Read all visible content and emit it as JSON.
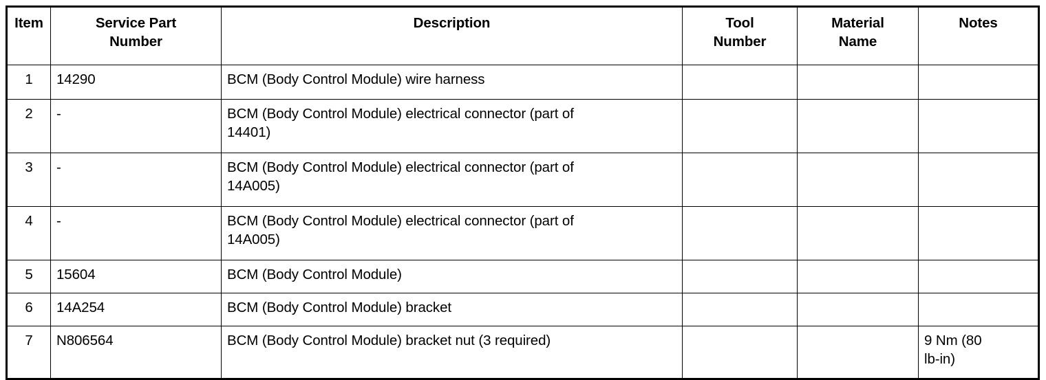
{
  "table": {
    "name": "bcm-service-parts-table",
    "columns": [
      {
        "key": "item",
        "label": "Item"
      },
      {
        "key": "spn",
        "label": "Service Part\nNumber",
        "label_line1": "Service Part",
        "label_line2": "Number"
      },
      {
        "key": "desc",
        "label": "Description"
      },
      {
        "key": "tool",
        "label": "Tool\nNumber",
        "label_line1": "Tool",
        "label_line2": "Number"
      },
      {
        "key": "mat",
        "label": "Material\nName",
        "label_line1": "Material",
        "label_line2": "Name"
      },
      {
        "key": "notes",
        "label": "Notes"
      }
    ],
    "rows": [
      {
        "item": "1",
        "spn": "14290",
        "desc_line1": "BCM (Body Control Module) wire harness",
        "desc_line2": "",
        "tool": "",
        "mat": "",
        "notes_line1": "",
        "notes_line2": ""
      },
      {
        "item": "2",
        "spn": "-",
        "desc_line1": "BCM (Body Control Module) electrical connector (part of",
        "desc_line2": "14401)",
        "tool": "",
        "mat": "",
        "notes_line1": "",
        "notes_line2": ""
      },
      {
        "item": "3",
        "spn": "-",
        "desc_line1": "BCM (Body Control Module) electrical connector (part of",
        "desc_line2": "14A005)",
        "tool": "",
        "mat": "",
        "notes_line1": "",
        "notes_line2": ""
      },
      {
        "item": "4",
        "spn": "-",
        "desc_line1": "BCM (Body Control Module) electrical connector (part of",
        "desc_line2": "14A005)",
        "tool": "",
        "mat": "",
        "notes_line1": "",
        "notes_line2": ""
      },
      {
        "item": "5",
        "spn": "15604",
        "desc_line1": "BCM (Body Control Module)",
        "desc_line2": "",
        "tool": "",
        "mat": "",
        "notes_line1": "",
        "notes_line2": ""
      },
      {
        "item": "6",
        "spn": "14A254",
        "desc_line1": "BCM (Body Control Module) bracket",
        "desc_line2": "",
        "tool": "",
        "mat": "",
        "notes_line1": "",
        "notes_line2": ""
      },
      {
        "item": "7",
        "spn": "N806564",
        "desc_line1": "BCM (Body Control Module) bracket nut (3 required)",
        "desc_line2": "",
        "tool": "",
        "mat": "",
        "notes_line1": "9 Nm (80",
        "notes_line2": "lb-in)"
      }
    ]
  },
  "colors": {
    "border": "#000000",
    "text": "#000000",
    "background": "#ffffff"
  }
}
